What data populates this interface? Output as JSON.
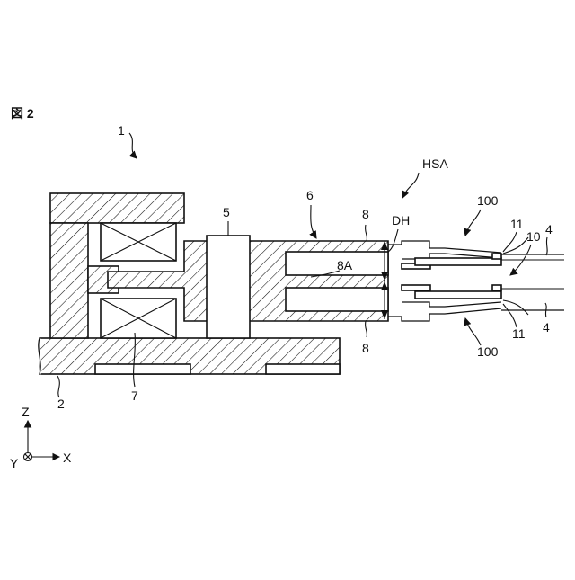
{
  "figure_title": "図 2",
  "labels": {
    "l1": "1",
    "l2": "2",
    "l4a": "4",
    "l4b": "4",
    "l5": "5",
    "l6": "6",
    "l7": "7",
    "l8a": "8",
    "l8b": "8",
    "l8A": "8A",
    "l10": "10",
    "l11a": "11",
    "l11b": "11",
    "l100a": "100",
    "l100b": "100",
    "HSA": "HSA",
    "DH": "DH"
  },
  "axes": {
    "z": "Z",
    "x": "X",
    "y": "Y"
  }
}
